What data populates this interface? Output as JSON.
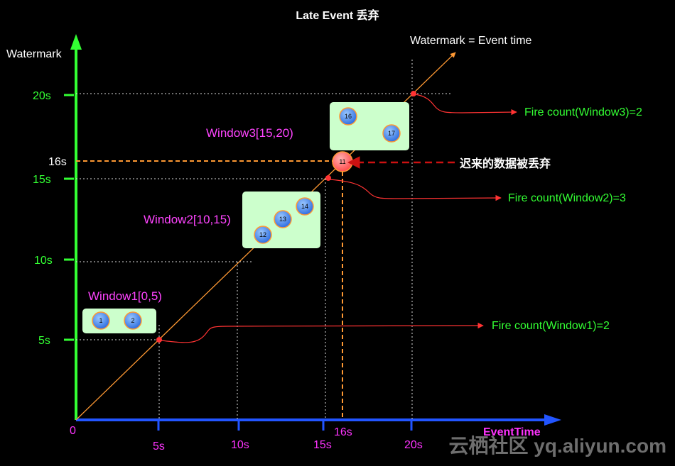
{
  "title": "Late Event 丢弃",
  "y_axis_title": "Watermark",
  "x_axis_title": "EventTime",
  "origin_label": "0",
  "diagonal_label": "Watermark = Event time",
  "y_ticks": [
    "5s",
    "10s",
    "15s",
    "16s",
    "20s"
  ],
  "x_ticks": [
    "5s",
    "10s",
    "15s",
    "16s",
    "20s"
  ],
  "windows": [
    {
      "label": "Window1[0,5)",
      "events": [
        "1",
        "2"
      ]
    },
    {
      "label": "Window2[10,15)",
      "events": [
        "12",
        "13",
        "14"
      ]
    },
    {
      "label": "Window3[15,20)",
      "events": [
        "16",
        "17"
      ]
    }
  ],
  "late_event": "11",
  "late_text": "迟来的数据被丢弃",
  "fires": [
    "Fire count(Window1)=2",
    "Fire count(Window2)=3",
    "Fire count(Window3)=2"
  ],
  "site_watermark": "云栖社区 yq.aliyun.com",
  "colors": {
    "axis_green": "#33ff33",
    "axis_blue": "#2255ff",
    "diagonal": "#ff9933",
    "fire_arrow": "#ff3333",
    "window_box": "#ccffcc",
    "late_event": "#ff6666",
    "event_ball": "#4488ff"
  }
}
